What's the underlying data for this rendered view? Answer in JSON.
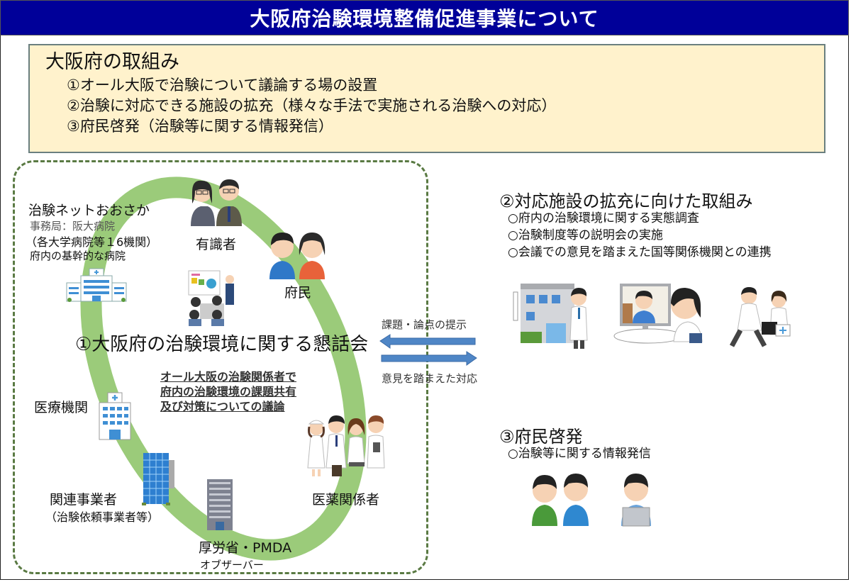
{
  "header": {
    "title": "大阪府治験環境整備促進事業について"
  },
  "colors": {
    "title_bg": "#000099",
    "summary_bg": "#fff2cc",
    "ring": "#9bcb7a",
    "dash": "#5a7a43",
    "arrow": "#4f86c6"
  },
  "summary": {
    "heading": "大阪府の取組み",
    "items": [
      "①オール大阪で治験について議論する場の設置",
      "②治験に対応できる施設の拡充（様々な手法で実施される治験への対応）",
      "③府民啓発（治験等に関する情報発信）"
    ]
  },
  "council": {
    "title": "①大阪府の治験環境に関する懇話会",
    "description": [
      "オール大阪の治験関係者で",
      "府内の治験環境の課題共有",
      "及び対策についての議論"
    ],
    "members": {
      "network": {
        "name": "治験ネットおおさか",
        "office": "事務局：阪大病院",
        "count": "（各大学病院等１6機関）",
        "note": "府内の基幹的な病院"
      },
      "experts": "有識者",
      "citizens": "府民",
      "medical_institutions": "医療機関",
      "related_businesses": {
        "name": "関連事業者",
        "note": "（治験依頼事業者等）"
      },
      "ministry": {
        "name": "厚労省・PMDA",
        "note": "オブザーバー"
      },
      "pharma_staff": "医薬関係者"
    }
  },
  "flows": {
    "to_council": "課題・論点の提示",
    "from_council": "意見を踏まえた対応"
  },
  "facilities": {
    "heading": "②対応施設の拡充に向けた取組み",
    "items": [
      "○府内の治験環境に関する実態調査",
      "○治験制度等の説明会の実施",
      "○会議での意見を踏まえた国等関係機関との連携"
    ]
  },
  "awareness": {
    "heading": "③府民啓発",
    "items": [
      "○治験等に関する情報発信"
    ]
  }
}
